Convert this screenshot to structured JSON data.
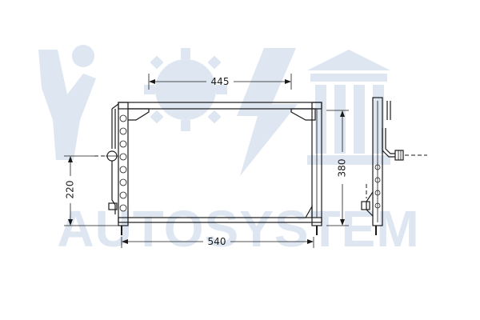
{
  "watermark": {
    "text": "AUTOSYSTEM"
  },
  "dimensions": {
    "top_width": "445",
    "bottom_width": "540",
    "height": "380",
    "inlet_height": "220"
  },
  "colors": {
    "watermark": "#dde6f1",
    "line": "#1a1a1a",
    "background": "#ffffff"
  }
}
